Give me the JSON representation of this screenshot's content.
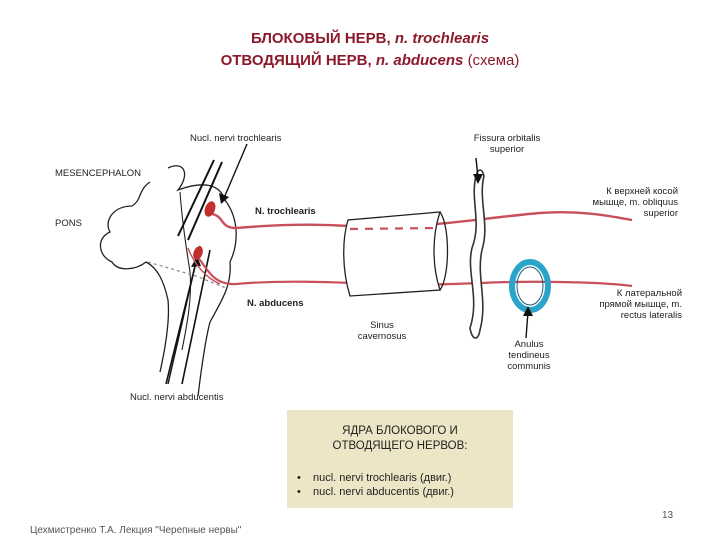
{
  "title": {
    "line1_ru": "БЛОКОВЫЙ НЕРВ,",
    "line1_lat": "n. trochlearis",
    "line2_ru": "ОТВОДЯЩИЙ НЕРВ,",
    "line2_lat": "n. abducens",
    "line2_note": "(схема)"
  },
  "labels": {
    "nucl_trochlearis": "Nucl. nervi trochlearis",
    "fissura_line1": "Fissura orbitalis",
    "fissura_line2": "superior",
    "mesencephalon": "MESENCEPHALON",
    "pons": "PONS",
    "n_trochlearis": "N. trochlearis",
    "to_oblique_line1": "К верхней косой",
    "to_oblique_line2": "мышце, m. obliquus",
    "to_oblique_line3": "superior",
    "to_rectus_line1": "К латеральной",
    "to_rectus_line2": "прямой мышце, m.",
    "to_rectus_line3": "rectus lateralis",
    "n_abducens": "N. abducens",
    "sinus_line1": "Sinus",
    "sinus_line2": "cavernosus",
    "anulus_line1": "Anulus",
    "anulus_line2": "tendineus",
    "anulus_line3": "communis",
    "nucl_abducentis": "Nucl. nervi abducentis"
  },
  "legend": {
    "title_line1": "ЯДРА БЛОКОВОГО И",
    "title_line2": "ОТВОДЯЩЕГО НЕРВОВ:",
    "items": [
      "nucl. nervi trochlearis (двиг.)",
      "nucl. nervi abducentis (двиг.)"
    ],
    "bullet": "•"
  },
  "page_number": "13",
  "footer": "Цехмистренко Т.А. Лекция \"Черепные нервы\"",
  "colors": {
    "title": "#8b1a2b",
    "nerve": "#c8505a",
    "ring": "#2aa4c9",
    "legend_bg": "#ece6c6"
  }
}
